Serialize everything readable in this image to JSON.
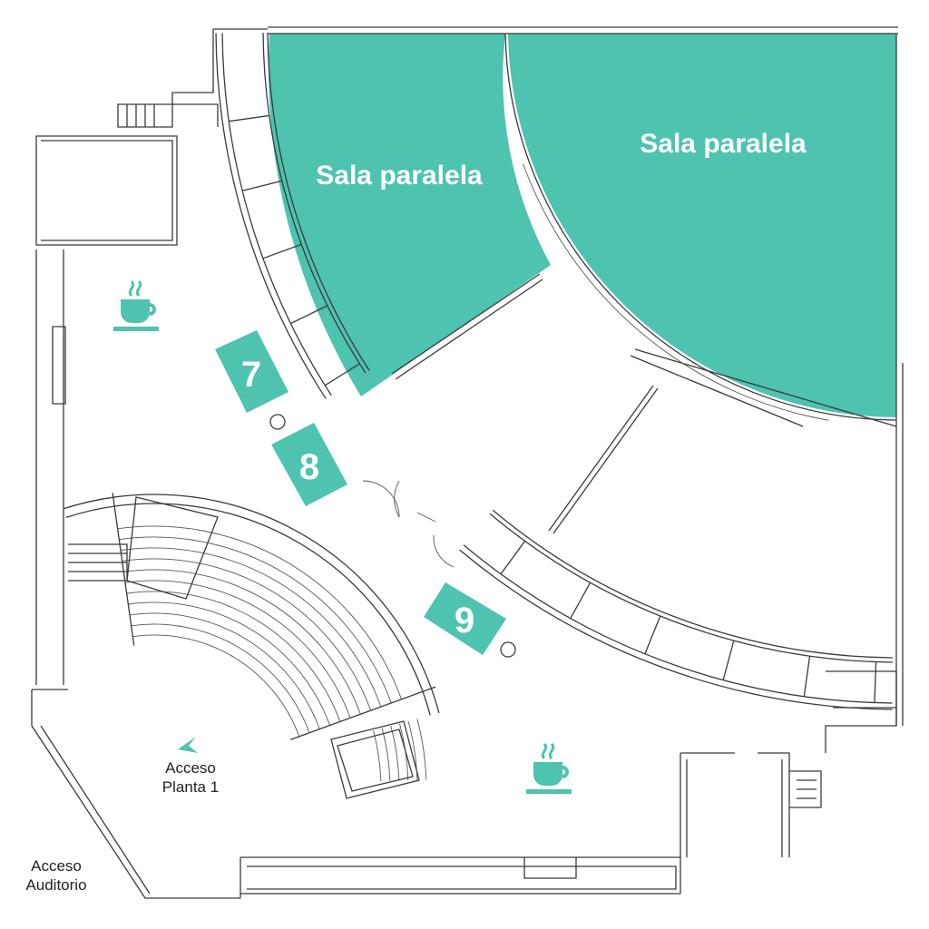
{
  "rooms": [
    {
      "label": "Sala paralela"
    },
    {
      "label": "Sala paralela"
    }
  ],
  "markers": [
    "7",
    "8",
    "9"
  ],
  "access": {
    "planta1_line1": "Acceso",
    "planta1_line2": "Planta 1",
    "auditorio_line1": "Acceso",
    "auditorio_line2": "Auditorio"
  },
  "icons": [
    "coffee-icon",
    "coffee-icon",
    "arrow-icon"
  ],
  "colors": {
    "accent": "#4dc3b0",
    "line": "#3a3a3a"
  }
}
